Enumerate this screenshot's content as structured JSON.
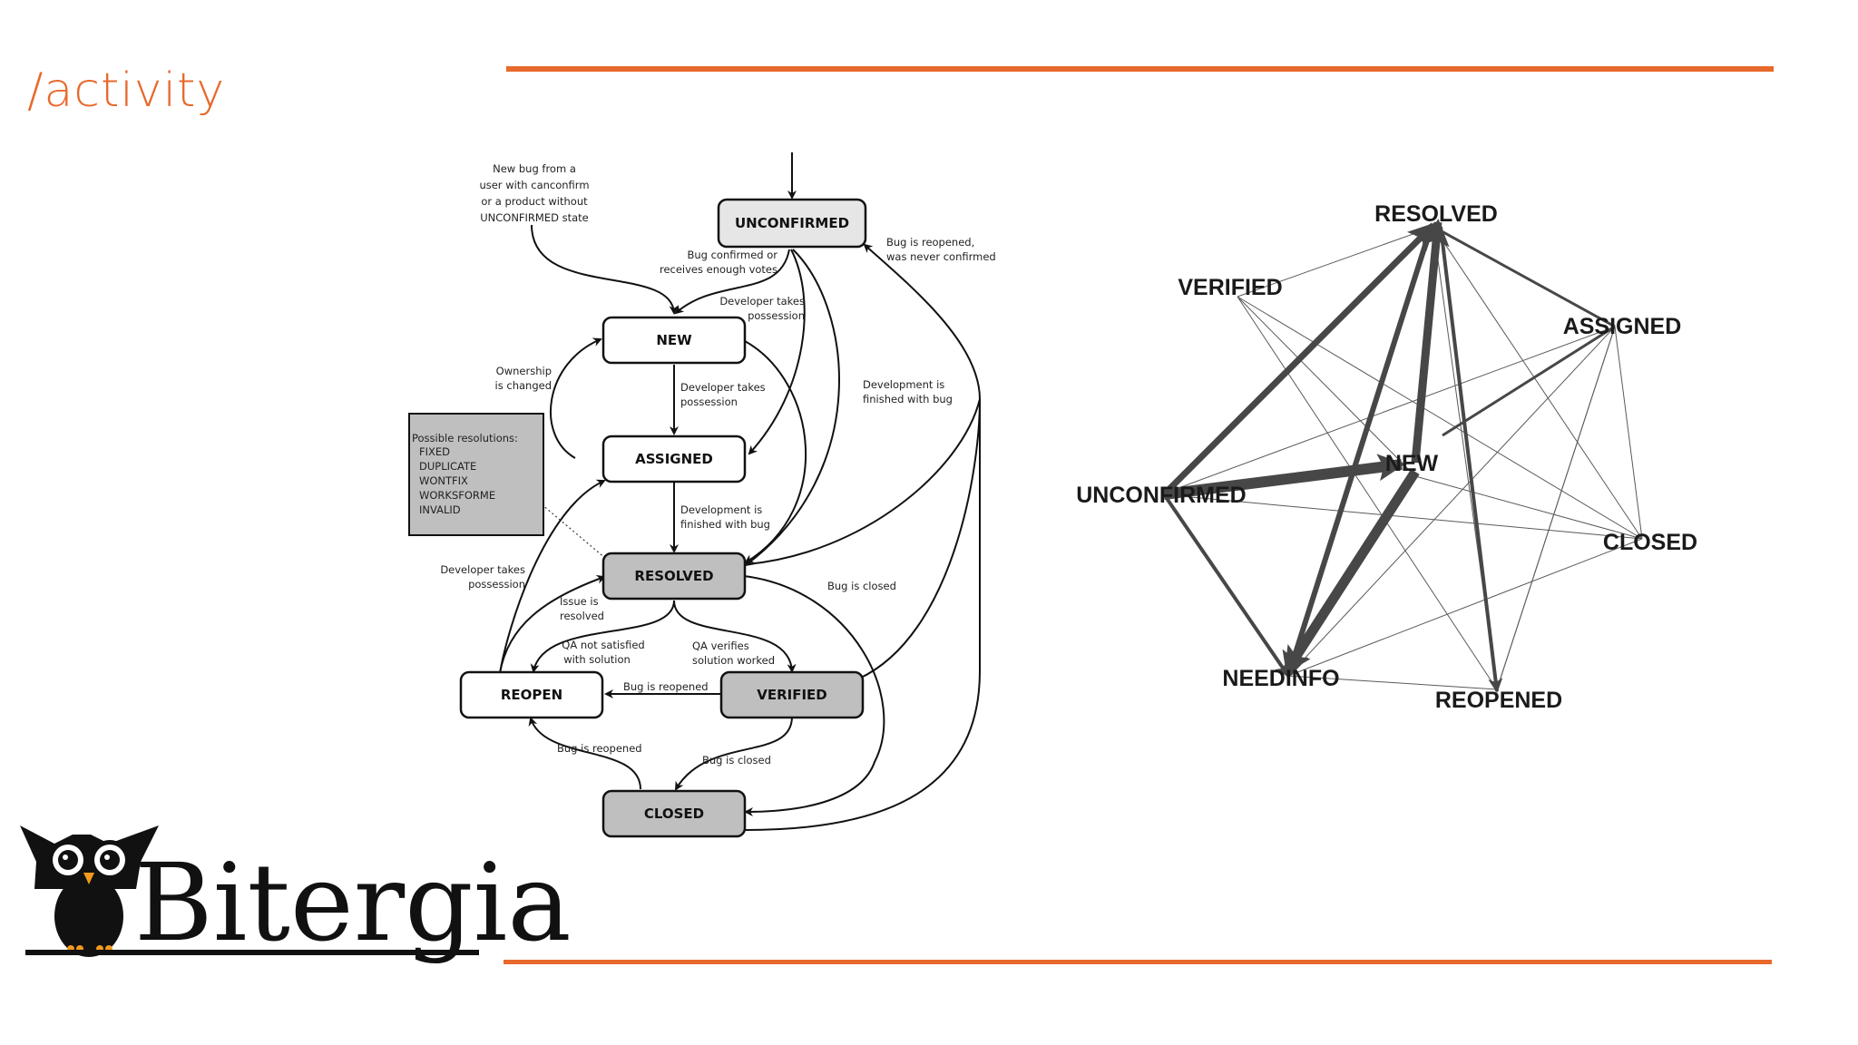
{
  "slide": {
    "title": "/activity"
  },
  "brand": {
    "name": "Bitergia"
  },
  "states": {
    "unconfirmed": "UNCONFIRMED",
    "new": "NEW",
    "assigned": "ASSIGNED",
    "resolved": "RESOLVED",
    "reopen": "REOPEN",
    "verified": "VERIFIED",
    "closed": "CLOSED"
  },
  "notes": {
    "new_bug": [
      "New bug from a",
      "user with canconfirm",
      "or a product without",
      "UNCONFIRMED state"
    ],
    "confirmed": [
      "Bug confirmed or",
      "receives enough votes"
    ],
    "reopened_never_confirmed": [
      "Bug is reopened,",
      "was never confirmed"
    ],
    "dev_takes_1": [
      "Developer takes",
      "possession"
    ],
    "ownership": [
      "Ownership",
      "is changed"
    ],
    "dev_takes_2": [
      "Developer takes",
      "possession"
    ],
    "dev_finished_1": [
      "Development is",
      "finished with bug"
    ],
    "dev_finished_2": [
      "Development is",
      "finished with bug"
    ],
    "dev_takes_3": [
      "Developer takes",
      "possession"
    ],
    "issue_resolved": [
      "Issue is",
      "resolved"
    ],
    "qa_not_satisfied": [
      "QA not satisfied",
      "with solution"
    ],
    "qa_verifies": [
      "QA verifies",
      "solution worked"
    ],
    "bug_closed_1": "Bug is closed",
    "bug_reopened_1": "Bug is reopened",
    "bug_reopened_2": "Bug is reopened",
    "bug_closed_2": "Bug is closed"
  },
  "resolutions": [
    "Possible resolutions:",
    "FIXED",
    "DUPLICATE",
    "WONTFIX",
    "WORKSFORME",
    "INVALID"
  ],
  "network": {
    "nodes": {
      "resolved": "RESOLVED",
      "verified": "VERIFIED",
      "assigned": "ASSIGNED",
      "new": "NEW",
      "unconfirmed": "UNCONFIRMED",
      "closed": "CLOSED",
      "needinfo": "NEEDINFO",
      "reopened": "REOPENED"
    }
  },
  "colors": {
    "accent": "#e8692c",
    "state_fill_light": "#e6e6e6",
    "state_fill_dark": "#c0bfc0",
    "edge": "#4a4a4a"
  }
}
